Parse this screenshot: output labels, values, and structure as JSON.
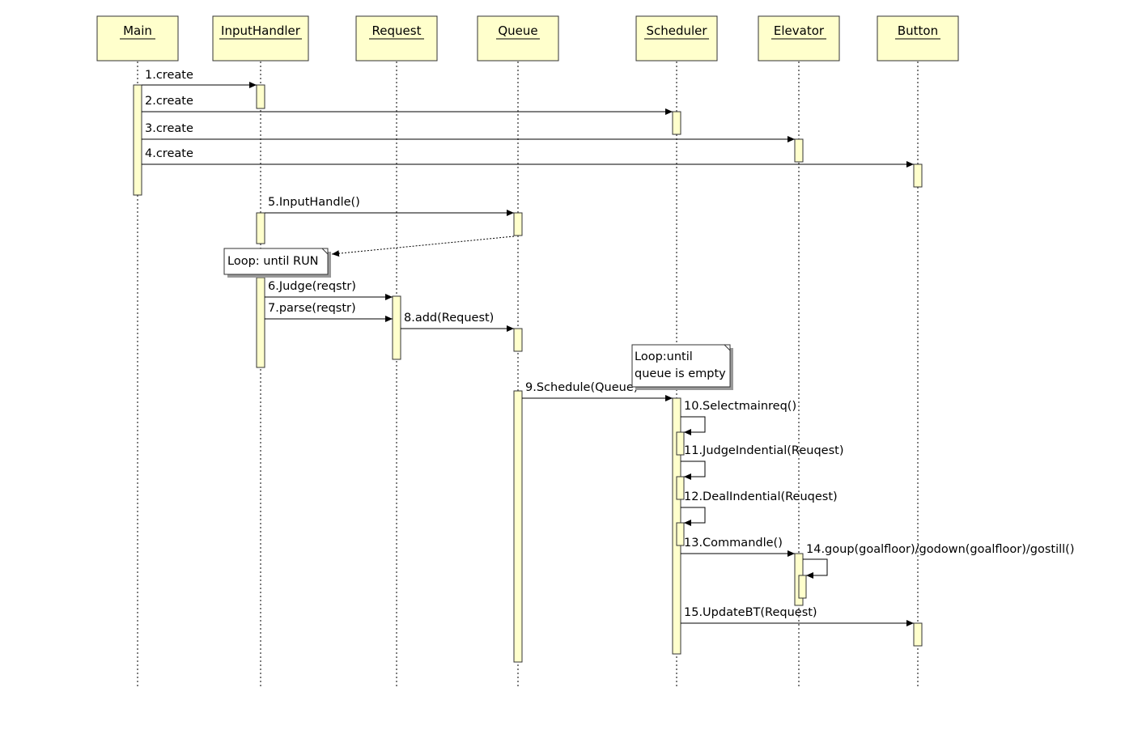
{
  "diagram": {
    "type": "sequence",
    "colors": {
      "box_fill": "#ffffcc",
      "box_stroke": "#333333",
      "line": "#000000",
      "note_fill": "#ffffff",
      "shadow": "#999999"
    },
    "lifelines": [
      {
        "id": "main",
        "label": "Main"
      },
      {
        "id": "inputhandler",
        "label": "InputHandler"
      },
      {
        "id": "request",
        "label": "Request"
      },
      {
        "id": "queue",
        "label": "Queue"
      },
      {
        "id": "scheduler",
        "label": "Scheduler"
      },
      {
        "id": "elevator",
        "label": "Elevator"
      },
      {
        "id": "button",
        "label": "Button"
      }
    ],
    "messages": [
      {
        "label": "1.create",
        "from": "main",
        "to": "inputhandler"
      },
      {
        "label": "2.create",
        "from": "main",
        "to": "scheduler"
      },
      {
        "label": "3.create",
        "from": "main",
        "to": "elevator"
      },
      {
        "label": "4.create",
        "from": "main",
        "to": "button"
      },
      {
        "label": "5.InputHandle()",
        "from": "inputhandler",
        "to": "queue"
      },
      {
        "label": "",
        "from": "queue",
        "to": "inputhandler",
        "style": "return"
      },
      {
        "label": "6.Judge(reqstr)",
        "from": "inputhandler",
        "to": "request"
      },
      {
        "label": "7.parse(reqstr)",
        "from": "inputhandler",
        "to": "request"
      },
      {
        "label": "8.add(Request)",
        "from": "request",
        "to": "queue"
      },
      {
        "label": "9.Schedule(Queue)",
        "from": "queue",
        "to": "scheduler"
      },
      {
        "label": "10.Selectmainreq()",
        "from": "scheduler",
        "to": "scheduler",
        "style": "self"
      },
      {
        "label": "11.JudgeIndential(Reuqest)",
        "from": "scheduler",
        "to": "scheduler",
        "style": "self"
      },
      {
        "label": "12.DealIndential(Reuqest)",
        "from": "scheduler",
        "to": "scheduler",
        "style": "self"
      },
      {
        "label": "13.Commandle()",
        "from": "scheduler",
        "to": "elevator"
      },
      {
        "label": "14.goup(goalfloor)/godown(goalfloor)/gostill()",
        "from": "elevator",
        "to": "elevator",
        "style": "self"
      },
      {
        "label": "15.UpdateBT(Request)",
        "from": "scheduler",
        "to": "button"
      }
    ],
    "notes": [
      {
        "lines": [
          "Loop: until RUN"
        ]
      },
      {
        "lines": [
          "Loop:until",
          "queue is empty"
        ]
      }
    ]
  }
}
